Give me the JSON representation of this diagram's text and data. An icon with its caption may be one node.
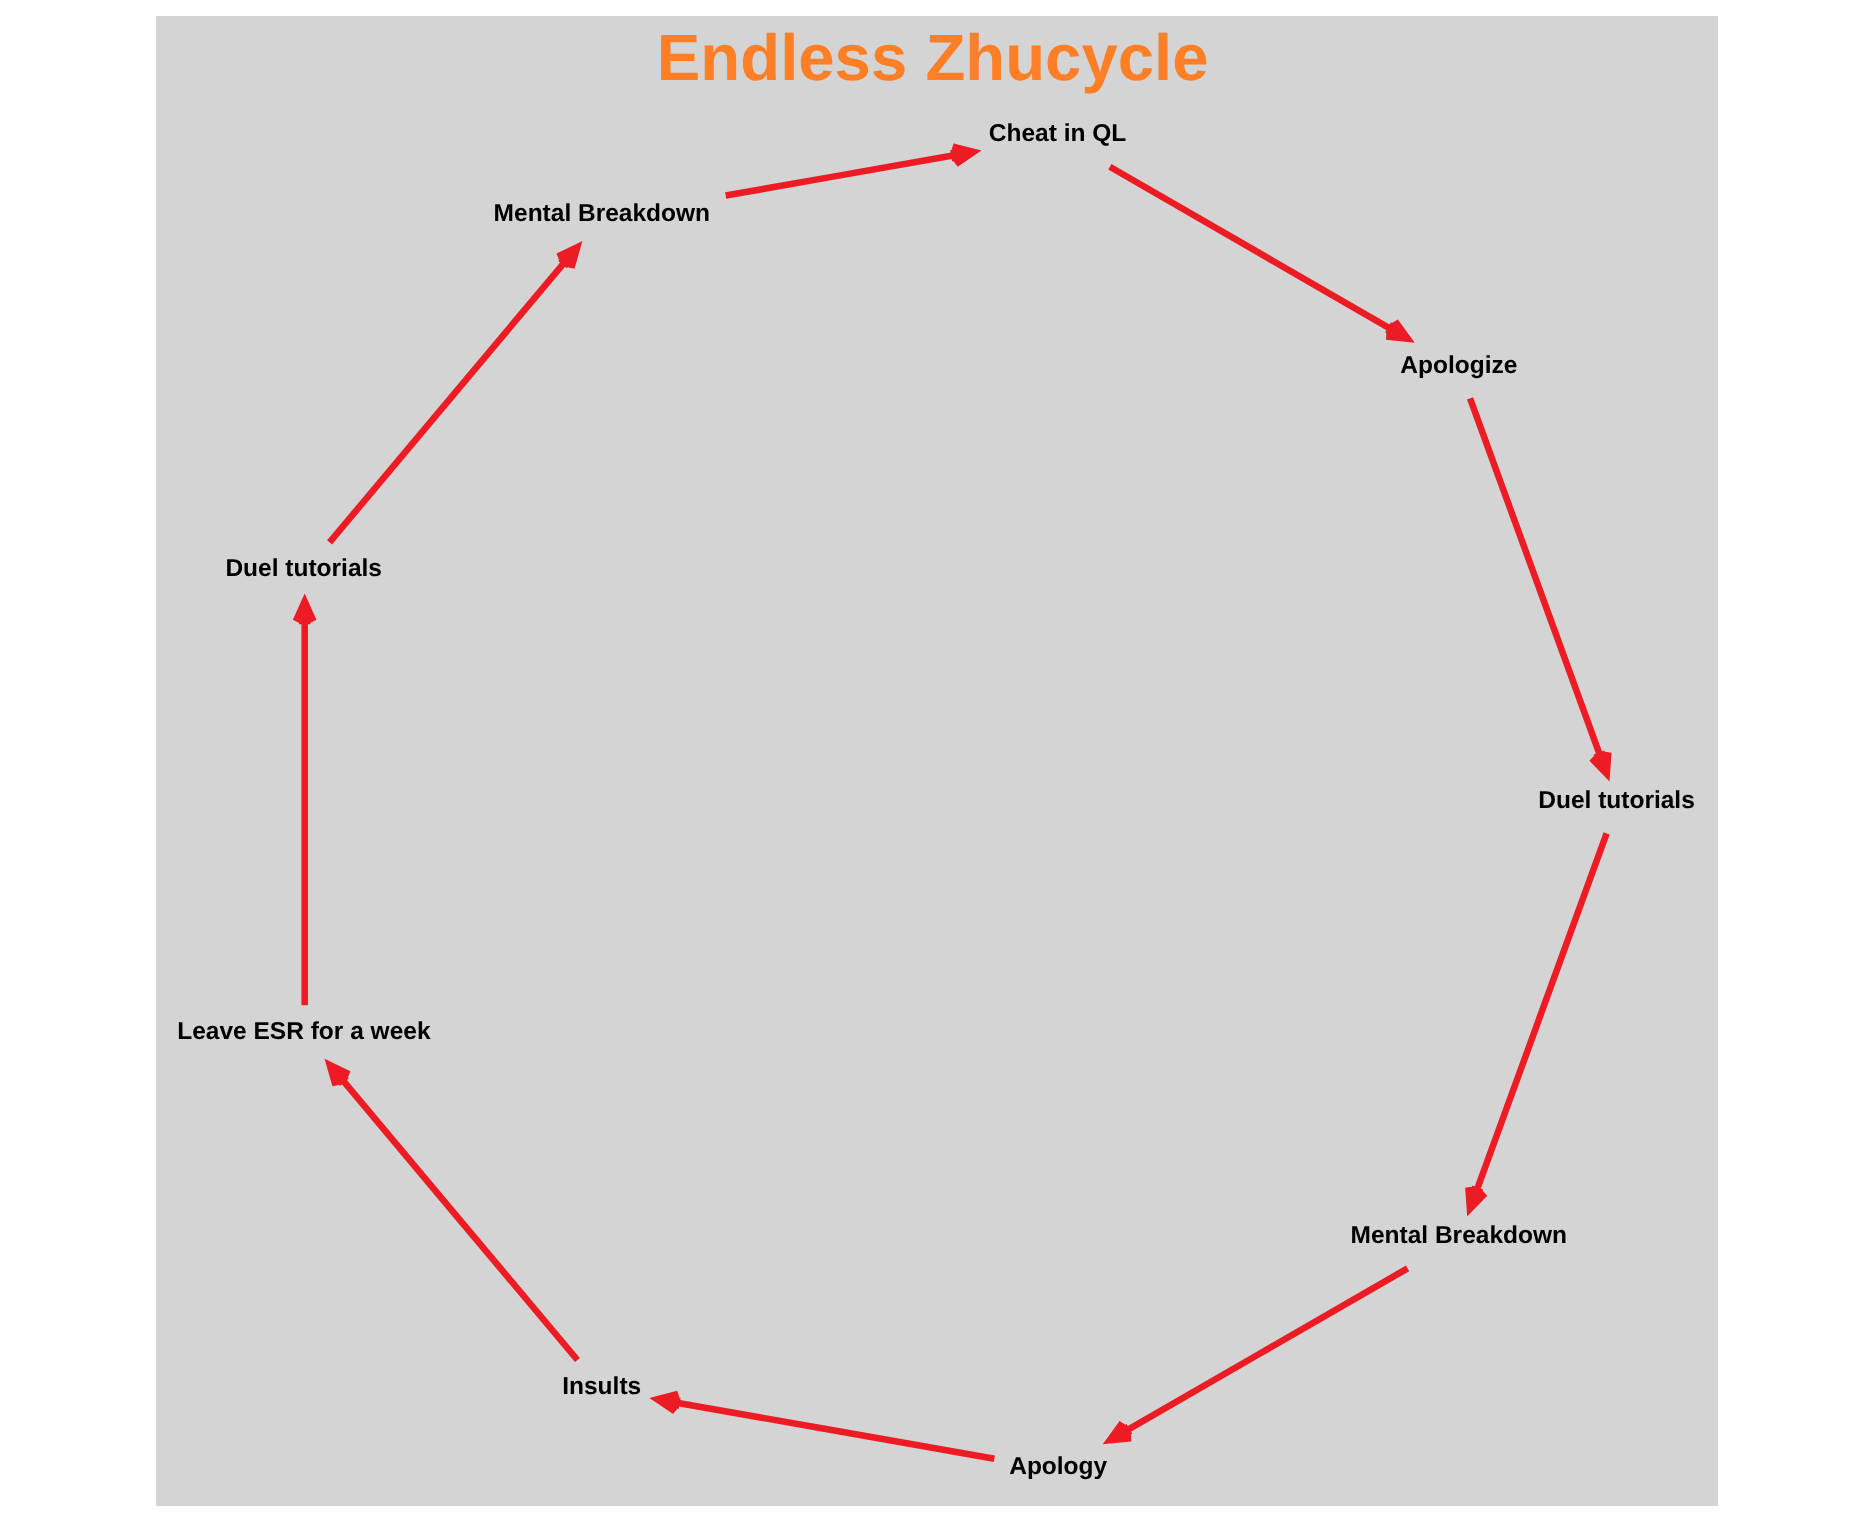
{
  "diagram": {
    "title": "Endless Zhucycle",
    "nodes": [
      {
        "text": [
          "Cheat in QL"
        ]
      },
      {
        "text": [
          "Apologize"
        ]
      },
      {
        "text": [
          "Duel tutorials"
        ]
      },
      {
        "text": [
          "Mental Breakdown"
        ]
      },
      {
        "text": [
          "Apology"
        ]
      },
      {
        "text": [
          "Insults"
        ]
      },
      {
        "text": [
          "Leave ESR for a week"
        ]
      },
      {
        "text": [
          "Duel tutorials"
        ]
      },
      {
        "text": [
          "Mental Breakdown"
        ]
      }
    ],
    "edges": [
      {
        "from": 0,
        "to": 1,
        "arrow": "to"
      },
      {
        "from": 1,
        "to": 2,
        "arrow": "to"
      },
      {
        "from": 2,
        "to": 3,
        "arrow": "to"
      },
      {
        "from": 3,
        "to": 4,
        "arrow": "to"
      },
      {
        "from": 4,
        "to": 5,
        "arrow": "to"
      },
      {
        "from": 5,
        "to": 6,
        "arrow": "to"
      },
      {
        "from": 6,
        "to": 7,
        "arrow": "to"
      },
      {
        "from": 7,
        "to": 8,
        "arrow": "to"
      },
      {
        "from": 8,
        "to": 0,
        "arrow": "to"
      }
    ]
  }
}
